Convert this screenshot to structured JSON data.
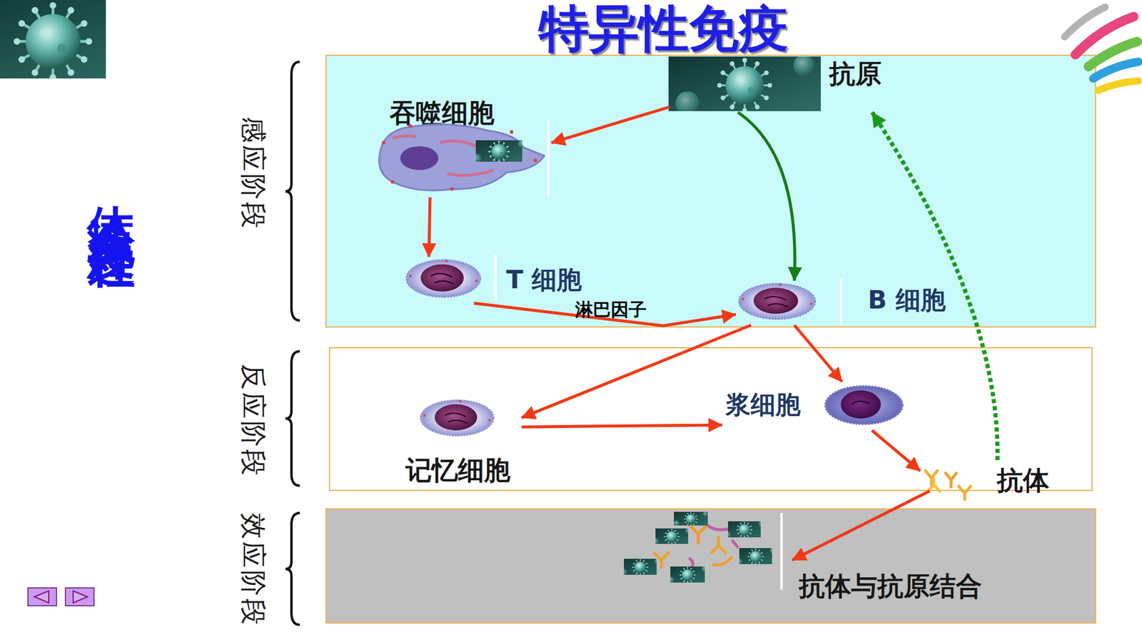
{
  "diagram": {
    "title": "特异性免疫",
    "nodes": [
      {
        "text": [
          "感应阶段"
        ]
      },
      {
        "text": [
          "抗原"
        ],
        "in": 0
      },
      {
        "text": [
          "吞噬细胞"
        ],
        "in": 0
      },
      {
        "text": [
          "T 细胞"
        ],
        "in": 0
      },
      {
        "text": [
          "B 细胞"
        ],
        "in": 0
      },
      {
        "text": [
          "反应阶段"
        ]
      },
      {
        "text": [
          "记忆细胞"
        ],
        "in": 5
      },
      {
        "text": [
          "浆细胞"
        ],
        "in": 5
      },
      {
        "text": [
          "抗体"
        ],
        "in": 5
      },
      {
        "text": [
          "效应阶段"
        ]
      },
      {
        "text": [
          "抗体与抗原结合"
        ],
        "in": 9
      }
    ],
    "edges": [
      {
        "from": 1,
        "to": 2,
        "arrow": "to"
      },
      {
        "from": 1,
        "to": 4,
        "arrow": "to"
      },
      {
        "from": 2,
        "to": 3,
        "arrow": "to"
      },
      {
        "from": 3,
        "to": 4,
        "label": "淋巴因子",
        "arrow": "to"
      },
      {
        "from": 4,
        "to": 6,
        "arrow": "to"
      },
      {
        "from": 4,
        "to": 7,
        "arrow": "to"
      },
      {
        "from": 6,
        "to": 7,
        "arrow": "to"
      },
      {
        "from": 7,
        "to": 8,
        "arrow": "to"
      },
      {
        "from": 8,
        "to": 1,
        "arrow": "to"
      },
      {
        "from": 8,
        "to": 10,
        "arrow": "to"
      }
    ],
    "labels": [
      "体液免疫过程"
    ]
  }
}
